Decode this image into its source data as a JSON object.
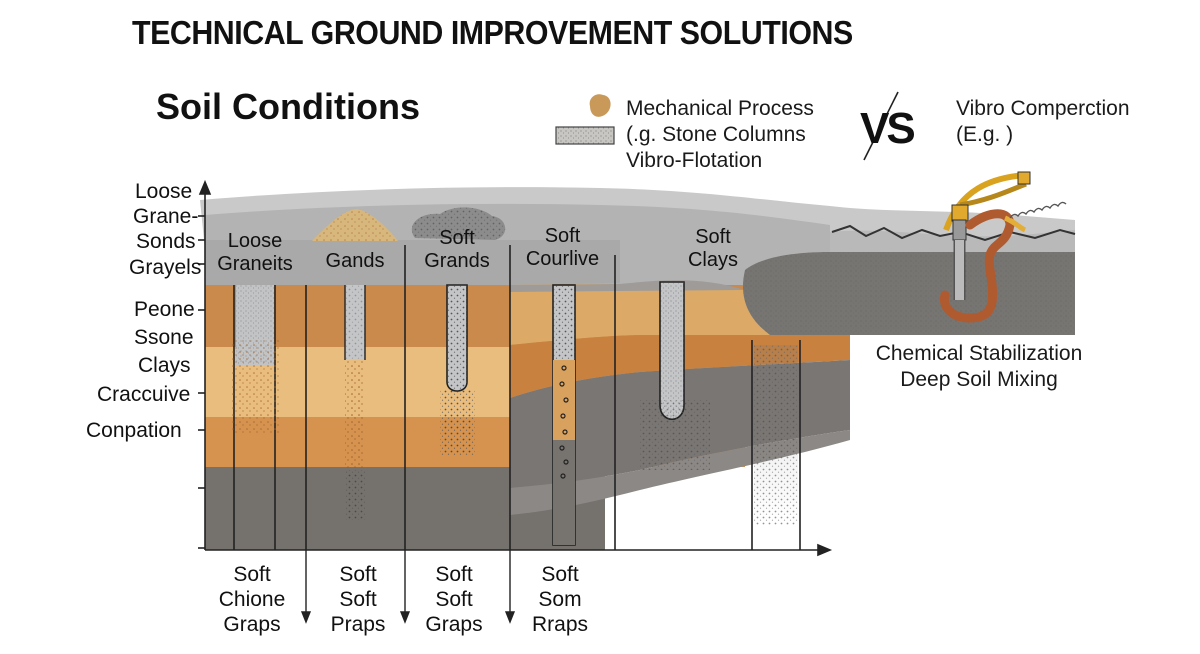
{
  "title": "TECHNICAL GROUND IMPROVEMENT SOLUTIONS",
  "subtitle": "Soil Conditions",
  "legend": {
    "mechanical": [
      "Mechanical Process",
      "(.g. Stone Columns",
      "Vibro-Flotation"
    ],
    "vs": "VS",
    "vibro": [
      "Vibro Comperction",
      "(E.g. )"
    ],
    "chemical": [
      "Chemical Stabilization",
      "Deep Soil Mixing"
    ]
  },
  "axis_labels": [
    "Loose",
    "Grane-",
    "Sonds",
    "Grayels",
    "Peone",
    "Ssone",
    "Clays",
    "Craccuive",
    "Conpation"
  ],
  "column_labels": [
    [
      "Loose",
      "Graneits"
    ],
    [
      "Gands"
    ],
    [
      "Soft",
      "Grands"
    ],
    [
      "Soft",
      "Courlive"
    ],
    [
      "Soft",
      "Clays"
    ]
  ],
  "bottom_labels": [
    [
      "Soft",
      "Chione",
      "Graps"
    ],
    [
      "Soft",
      "Soft",
      "Praps"
    ],
    [
      "Soft",
      "Soft",
      "Graps"
    ],
    [
      "Soft",
      "Som",
      "Rraps"
    ]
  ],
  "colors": {
    "sand_light": "#e8b978",
    "sand_mid": "#d29a58",
    "sand_dark": "#c07a3c",
    "clay_gray": "#7e7a76",
    "deep_gray": "#6a6663",
    "surface_gray": "#bdbdbd",
    "column_gray": "#c3c5c7",
    "rig_yellow": "#e0a82a",
    "rig_rust": "#b05a30"
  }
}
